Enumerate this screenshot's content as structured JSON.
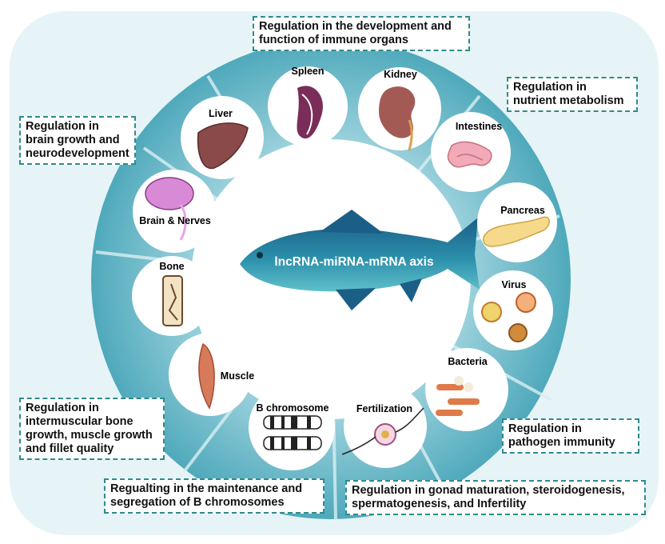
{
  "center": {
    "label": "lncRNA-miRNA-mRNA axis"
  },
  "organs": [
    {
      "id": "spleen",
      "label": "Spleen"
    },
    {
      "id": "kidney",
      "label": "Kidney"
    },
    {
      "id": "intestines",
      "label": "Intestines"
    },
    {
      "id": "pancreas",
      "label": "Pancreas"
    },
    {
      "id": "virus",
      "label": "Virus"
    },
    {
      "id": "bacteria",
      "label": "Bacteria"
    },
    {
      "id": "fertilization",
      "label": "Fertilization"
    },
    {
      "id": "b-chromosome",
      "label": "B chromosome"
    },
    {
      "id": "muscle",
      "label": "Muscle"
    },
    {
      "id": "bone",
      "label": "Bone"
    },
    {
      "id": "brain",
      "label": "Brain & Nerves"
    },
    {
      "id": "liver",
      "label": "Liver"
    }
  ],
  "callouts": {
    "immune": [
      "Regulation in the development and",
      "function of immune organs"
    ],
    "nutrient": [
      "Regulation in",
      "nutrient metabolism"
    ],
    "brain": [
      "Regulation in",
      "brain growth and",
      "neurodevelopment"
    ],
    "muscle": [
      "Regulation in",
      "intermuscular bone",
      "growth, muscle growth",
      "and fillet quality"
    ],
    "pathogen": [
      "Regulation in",
      "pathogen immunity"
    ],
    "bchrom": [
      "Regualting in the maintenance and",
      "segregation of B chromosomes"
    ],
    "gonad": [
      "Regulation in gonad maturation, steroidogenesis,",
      "spermatogenesis, and Infertility"
    ]
  },
  "colors": {
    "ring": "#5fb3c4",
    "background": "#e6f4f7",
    "callout_border": "#2e8b8e",
    "fish": "#1f6f8f"
  }
}
